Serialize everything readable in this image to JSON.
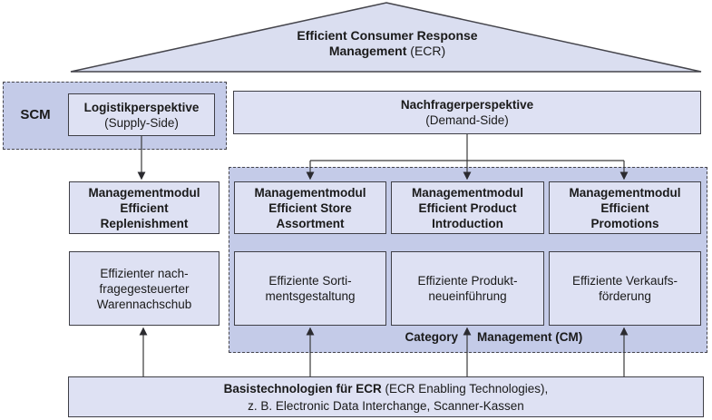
{
  "colors": {
    "triangle_fill": "#dadef0",
    "container_fill": "#c4cbe8",
    "box_fill": "#dee1f3",
    "border": "#3f3f46",
    "text": "#1a1a1a"
  },
  "roof": {
    "line1": "Efficient Consumer Response",
    "line2_bold": "Management",
    "line2_rest": " (ECR)"
  },
  "scm": {
    "label": "SCM"
  },
  "supply_box": {
    "line1": "Logistikperspektive",
    "line2": "(Supply-Side)"
  },
  "demand_box": {
    "line1": "Nachfragerperspektive",
    "line2": "(Demand-Side)"
  },
  "modules": [
    {
      "lines": [
        "Managementmodul",
        "Efficient",
        "Replenishment"
      ]
    },
    {
      "lines": [
        "Managementmodul",
        "Efficient Store",
        "Assortment"
      ]
    },
    {
      "lines": [
        "Managementmodul",
        "Efficient Product",
        "Introduction"
      ]
    },
    {
      "lines": [
        "Managementmodul",
        "Efficient",
        "Promotions"
      ]
    }
  ],
  "outcomes": [
    {
      "lines": [
        "Effizienter nach-",
        "fragegesteuerter",
        "Warennachschub"
      ]
    },
    {
      "lines": [
        "Effiziente Sorti-",
        "mentsgestaltung"
      ]
    },
    {
      "lines": [
        "Effiziente Produkt-",
        "neueinführung"
      ]
    },
    {
      "lines": [
        "Effiziente Verkaufs-",
        "förderung"
      ]
    }
  ],
  "cm": {
    "part1": "Category",
    "part2": "Management (CM)"
  },
  "base_box": {
    "line1_bold": "Basistechnologien für ECR",
    "line1_rest": " (ECR Enabling Technologies),",
    "line2": "z. B. Electronic Data Interchange, Scanner-Kassen"
  }
}
